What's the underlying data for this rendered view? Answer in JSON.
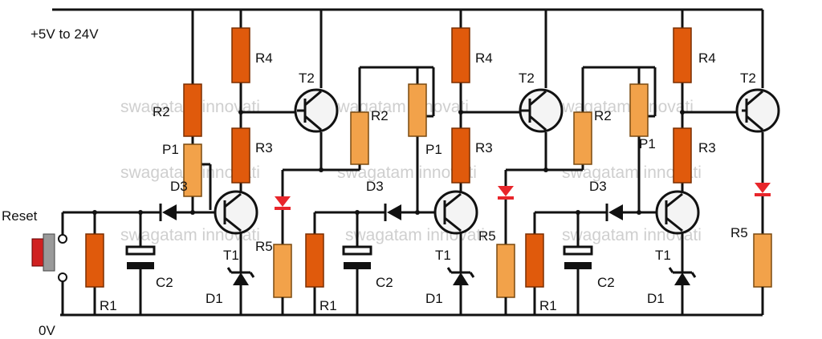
{
  "supply_label": "+5V to 24V",
  "ground_label": "0V",
  "reset_label": "Reset",
  "watermark": "swagatam innovati",
  "colors": {
    "resistor": "#e05a0c",
    "trimmer": "#f2a24a",
    "led": "#e8262b",
    "wire": "#111111"
  },
  "stage1": {
    "r1": "R1",
    "r2": "R2",
    "r3": "R3",
    "r4": "R4",
    "p1": "P1",
    "d3": "D3",
    "c2": "C2",
    "t1": "T1",
    "t2": "T2",
    "d1": "D1"
  },
  "stage2": {
    "r1": "R1",
    "r2": "R2",
    "r3": "R3",
    "r4": "R4",
    "r5": "R5",
    "p1": "P1",
    "d3": "D3",
    "c2": "C2",
    "t1": "T1",
    "t2": "T2",
    "d1": "D1"
  },
  "stage3": {
    "r1": "R1",
    "r2": "R2",
    "r3": "R3",
    "r4": "R4",
    "r5": "R5",
    "p1": "P1",
    "d3": "D3",
    "c2": "C2",
    "t1": "T1",
    "t2": "T2",
    "d1": "D1"
  },
  "output": {
    "r5": "R5"
  }
}
